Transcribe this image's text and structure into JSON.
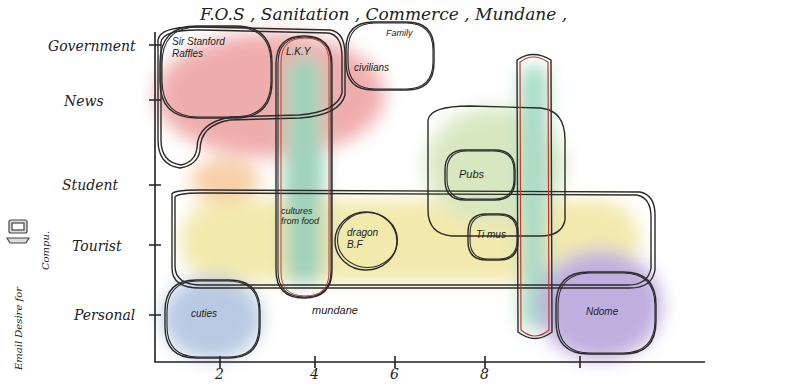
{
  "diagram": {
    "title": "F.O.S , Sanitation , Commerce , Mundane ,",
    "nodes": [
      {
        "text": [
          "Sir Stanford Raffles"
        ]
      },
      {
        "text": [
          "L.K.Y",
          "cultures from food",
          "mundane"
        ]
      },
      {
        "text": [
          "Family",
          "civilians"
        ]
      },
      {
        "text": [
          "dragon B.F"
        ]
      },
      {
        "text": [
          "cuties"
        ]
      },
      {
        "text": [
          "Pubs"
        ]
      },
      {
        "text": [
          "Ti mus"
        ]
      },
      {
        "text": [
          "Ndome"
        ]
      }
    ],
    "labels": [
      "Government",
      "News",
      "Student",
      "Tourist",
      "Personal",
      "2",
      "4",
      "6",
      "8",
      "Email Desire for",
      "Compu."
    ]
  }
}
